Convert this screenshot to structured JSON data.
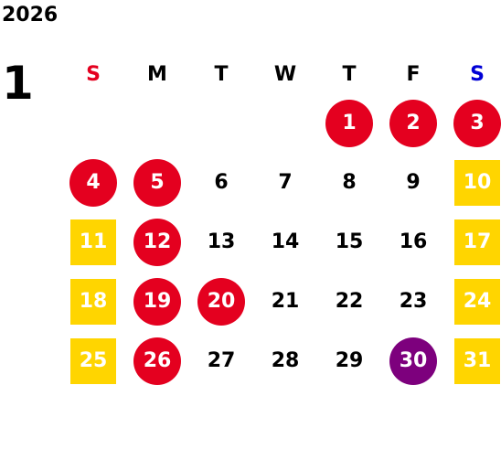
{
  "year": "2026",
  "month": "1",
  "weekdays": [
    {
      "label": "S",
      "color": "#e4001f"
    },
    {
      "label": "M",
      "color": "#000000"
    },
    {
      "label": "T",
      "color": "#000000"
    },
    {
      "label": "W",
      "color": "#000000"
    },
    {
      "label": "T",
      "color": "#000000"
    },
    {
      "label": "F",
      "color": "#000000"
    },
    {
      "label": "S",
      "color": "#0000d6"
    }
  ],
  "colors": {
    "holiday": "#e4001f",
    "weekend": "#ffd500",
    "special": "#7d007d"
  },
  "weeks": [
    [
      null,
      null,
      null,
      null,
      {
        "d": "1",
        "s": "holiday"
      },
      {
        "d": "2",
        "s": "holiday"
      },
      {
        "d": "3",
        "s": "holiday"
      }
    ],
    [
      {
        "d": "4",
        "s": "holiday"
      },
      {
        "d": "5",
        "s": "holiday"
      },
      {
        "d": "6",
        "s": "normal"
      },
      {
        "d": "7",
        "s": "normal"
      },
      {
        "d": "8",
        "s": "normal"
      },
      {
        "d": "9",
        "s": "normal"
      },
      {
        "d": "10",
        "s": "weekend"
      }
    ],
    [
      {
        "d": "11",
        "s": "weekend"
      },
      {
        "d": "12",
        "s": "holiday"
      },
      {
        "d": "13",
        "s": "normal"
      },
      {
        "d": "14",
        "s": "normal"
      },
      {
        "d": "15",
        "s": "normal"
      },
      {
        "d": "16",
        "s": "normal"
      },
      {
        "d": "17",
        "s": "weekend"
      }
    ],
    [
      {
        "d": "18",
        "s": "weekend"
      },
      {
        "d": "19",
        "s": "holiday"
      },
      {
        "d": "20",
        "s": "holiday"
      },
      {
        "d": "21",
        "s": "normal"
      },
      {
        "d": "22",
        "s": "normal"
      },
      {
        "d": "23",
        "s": "normal"
      },
      {
        "d": "24",
        "s": "weekend"
      }
    ],
    [
      {
        "d": "25",
        "s": "weekend"
      },
      {
        "d": "26",
        "s": "holiday"
      },
      {
        "d": "27",
        "s": "normal"
      },
      {
        "d": "28",
        "s": "normal"
      },
      {
        "d": "29",
        "s": "normal"
      },
      {
        "d": "30",
        "s": "special"
      },
      {
        "d": "31",
        "s": "weekend"
      }
    ]
  ]
}
